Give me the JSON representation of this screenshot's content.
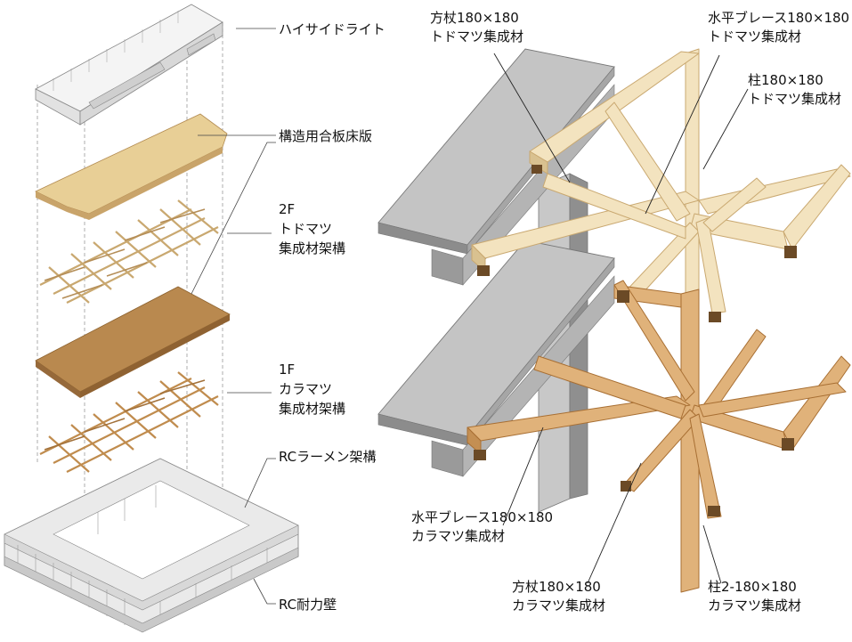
{
  "left_labels": {
    "highside": "ハイサイドライト",
    "plywood": "構造用合板床版",
    "frame2f_l1": "2F",
    "frame2f_l2": "トドマツ",
    "frame2f_l3": "集成材架構",
    "frame1f_l1": "1F",
    "frame1f_l2": "カラマツ",
    "frame1f_l3": "集成材架構",
    "rc_frame": "RCラーメン架構",
    "rc_wall": "RC耐力壁"
  },
  "right_labels": {
    "cap_todo_l1": "方杖180×180",
    "cap_todo_l2": "トドマツ集成材",
    "brace_todo_l1": "水平ブレース180×180",
    "brace_todo_l2": "トドマツ集成材",
    "col_todo_l1": "柱180×180",
    "col_todo_l2": "トドマツ集成材",
    "brace_kara_l1": "水平ブレース180×180",
    "brace_kara_l2": "カラマツ集成材",
    "cap_kara_l1": "方杖180×180",
    "cap_kara_l2": "カラマツ集成材",
    "col_kara_l1": "柱2-180×180",
    "col_kara_l2": "カラマツ集成材"
  },
  "colors": {
    "todomatsu": "#f3e3bf",
    "todomatsu_edge": "#c9a870",
    "karamatsu": "#e0b27a",
    "karamatsu_edge": "#a86f33",
    "concrete": "#c4c4c4",
    "concrete_dark": "#8a8a8a",
    "plywood_light": "#e8cf96",
    "plywood_dark": "#b9894f"
  }
}
